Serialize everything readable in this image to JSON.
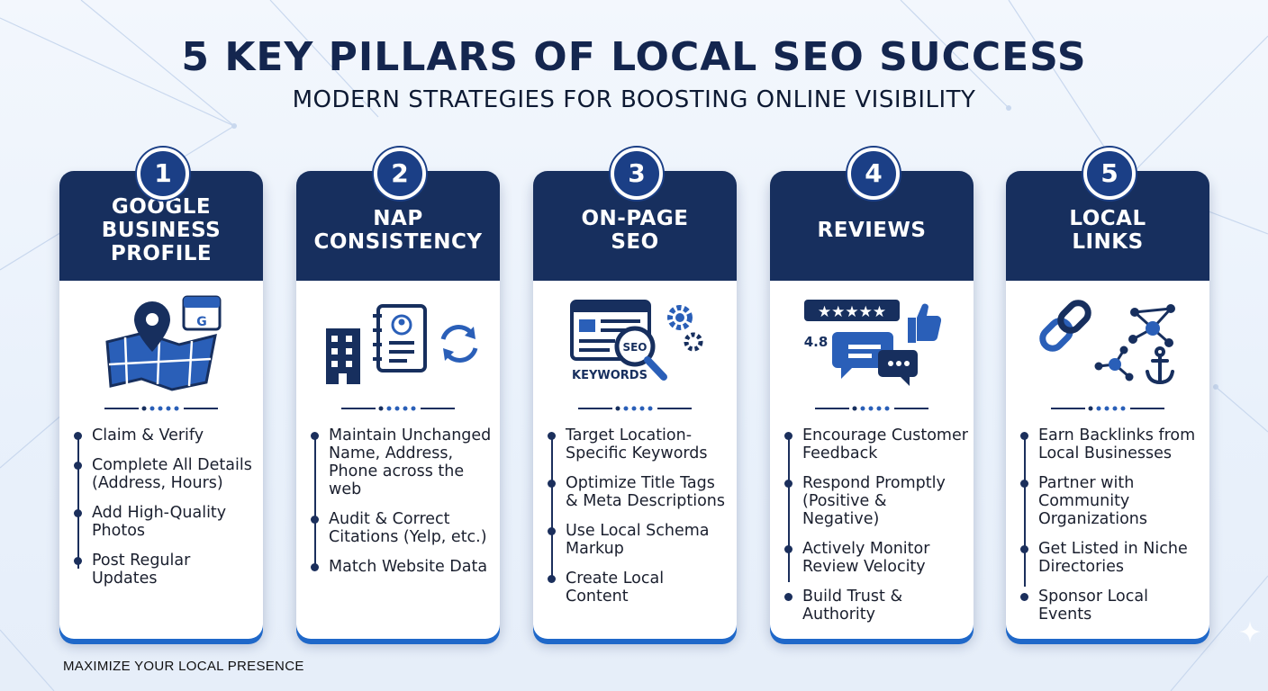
{
  "title": "5 KEY PILLARS OF LOCAL SEO SUCCESS",
  "subtitle": "MODERN STRATEGIES FOR BOOSTING ONLINE VISIBILITY",
  "footer": "MAXIMIZE YOUR LOCAL PRESENCE",
  "colors": {
    "navy": "#172f5e",
    "accent": "#1f68c9",
    "badge": "#1b3f86"
  },
  "pillars": [
    {
      "number": "1",
      "heading": "GOOGLE\nBUSINESS\nPROFILE",
      "icon": "map-pin-icon",
      "items": [
        "Claim & Verify",
        "Complete All Details (Address, Hours)",
        "Add High-Quality Photos",
        "Post Regular Updates"
      ]
    },
    {
      "number": "2",
      "heading": "NAP\nCONSISTENCY",
      "icon": "contact-sync-icon",
      "items": [
        "Maintain Unchanged Name, Address, Phone across the web",
        "Audit & Correct Citations (Yelp, etc.)",
        "Match Website Data"
      ]
    },
    {
      "number": "3",
      "heading": "ON-PAGE\nSEO",
      "icon": "seo-magnifier-icon",
      "icon_label_seo": "SEO",
      "icon_label_keywords": "KEYWORDS",
      "items": [
        "Target Location-Specific Keywords",
        "Optimize Title Tags & Meta Descriptions",
        "Use Local Schema Markup",
        "Create Local Content"
      ]
    },
    {
      "number": "4",
      "heading": "REVIEWS",
      "icon": "review-stars-icon",
      "icon_label_rating": "4.8",
      "items": [
        "Encourage Customer Feedback",
        "Respond Promptly (Positive & Negative)",
        "Actively Monitor Review Velocity",
        "Build Trust & Authority"
      ]
    },
    {
      "number": "5",
      "heading": "LOCAL\nLINKS",
      "icon": "chain-link-icon",
      "items": [
        "Earn Backlinks from Local Businesses",
        "Partner with Community Organizations",
        "Get Listed in Niche Directories",
        "Sponsor Local Events"
      ]
    }
  ]
}
